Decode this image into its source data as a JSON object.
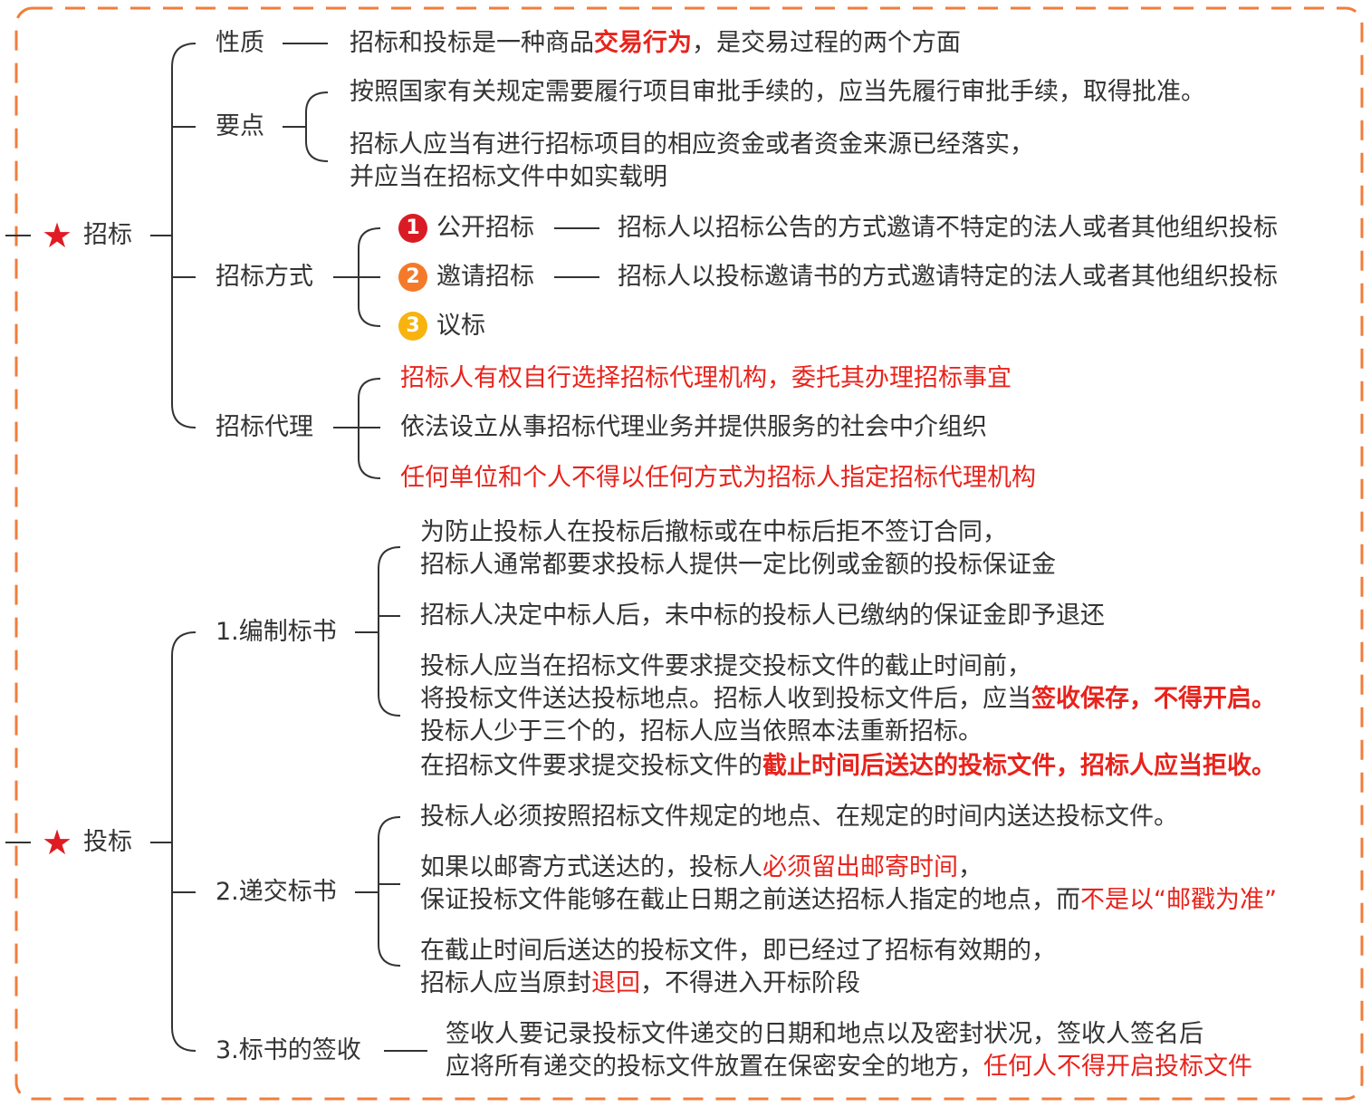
{
  "colors": {
    "border": "#f07d3c",
    "line": "#333333",
    "text": "#333333",
    "highlight": "#e8231c",
    "badge1": "#d91c24",
    "badge2": "#f47a2a",
    "badge3": "#f8b30f",
    "star": "#e01b23"
  },
  "zhaobiao": {
    "label": "招标",
    "star_icon": "star-icon",
    "xingzhi": {
      "label": "性质",
      "text_pre": "招标和投标是一种商品",
      "text_hl": "交易行为",
      "text_post": "，是交易过程的两个方面"
    },
    "yaodian": {
      "label": "要点",
      "item1": "按照国家有关规定需要履行项目审批手续的，应当先履行审批手续，取得批准。",
      "item2_line1": "招标人应当有进行招标项目的相应资金或者资金来源已经落实，",
      "item2_line2": "并应当在招标文件中如实载明"
    },
    "fangshi": {
      "label": "招标方式",
      "items": [
        {
          "num": "1",
          "label": "公开招标",
          "desc": "招标人以招标公告的方式邀请不特定的法人或者其他组织投标"
        },
        {
          "num": "2",
          "label": "邀请招标",
          "desc": "招标人以投标邀请书的方式邀请特定的法人或者其他组织投标"
        },
        {
          "num": "3",
          "label": "议标"
        }
      ]
    },
    "daili": {
      "label": "招标代理",
      "item1": "招标人有权自行选择招标代理机构，委托其办理招标事宜",
      "item2": "依法设立从事招标代理业务并提供服务的社会中介组织",
      "item3": "任何单位和个人不得以任何方式为招标人指定招标代理机构"
    }
  },
  "toubiao": {
    "label": "投标",
    "star_icon": "star-icon",
    "bianzhi": {
      "label": "1.编制标书",
      "item1_line1": "为防止投标人在投标后撤标或在中标后拒不签订合同，",
      "item1_line2": "招标人通常都要求投标人提供一定比例或金额的投标保证金",
      "item2": "招标人决定中标人后，未中标的投标人已缴纳的保证金即予退还",
      "item3_line1": "投标人应当在招标文件要求提交投标文件的截止时间前，",
      "item3_line2_pre": "将投标文件送达投标地点。招标人收到投标文件后，应当",
      "item3_line2_hl": "签收保存，不得开启。",
      "item3_line3": "投标人少于三个的，招标人应当依照本法重新招标。",
      "item3_line4_pre": "在招标文件要求提交投标文件的",
      "item3_line4_hl": "截止时间后送达的投标文件，招标人应当拒收。"
    },
    "dijiao": {
      "label": "2.递交标书",
      "item1": "投标人必须按照招标文件规定的地点、在规定的时间内送达投标文件。",
      "item2_line1_pre": "如果以邮寄方式送达的，投标人",
      "item2_line1_hl": "必须留出邮寄时间",
      "item2_line1_post": "，",
      "item2_line2_pre": "保证投标文件能够在截止日期之前送达招标人指定的地点，而",
      "item2_line2_hl": "不是以“邮戳为准”",
      "item3_line1": "在截止时间后送达的投标文件，即已经过了招标有效期的，",
      "item3_line2_pre": "招标人应当原封",
      "item3_line2_hl": "退回",
      "item3_line2_post": "，不得进入开标阶段"
    },
    "qianshou": {
      "label": "3.标书的签收",
      "line1": "签收人要记录投标文件递交的日期和地点以及密封状况，签收人签名后",
      "line2_pre": "应将所有递交的投标文件放置在保密安全的地方，",
      "line2_hl": "任何人不得开启投标文件"
    }
  }
}
